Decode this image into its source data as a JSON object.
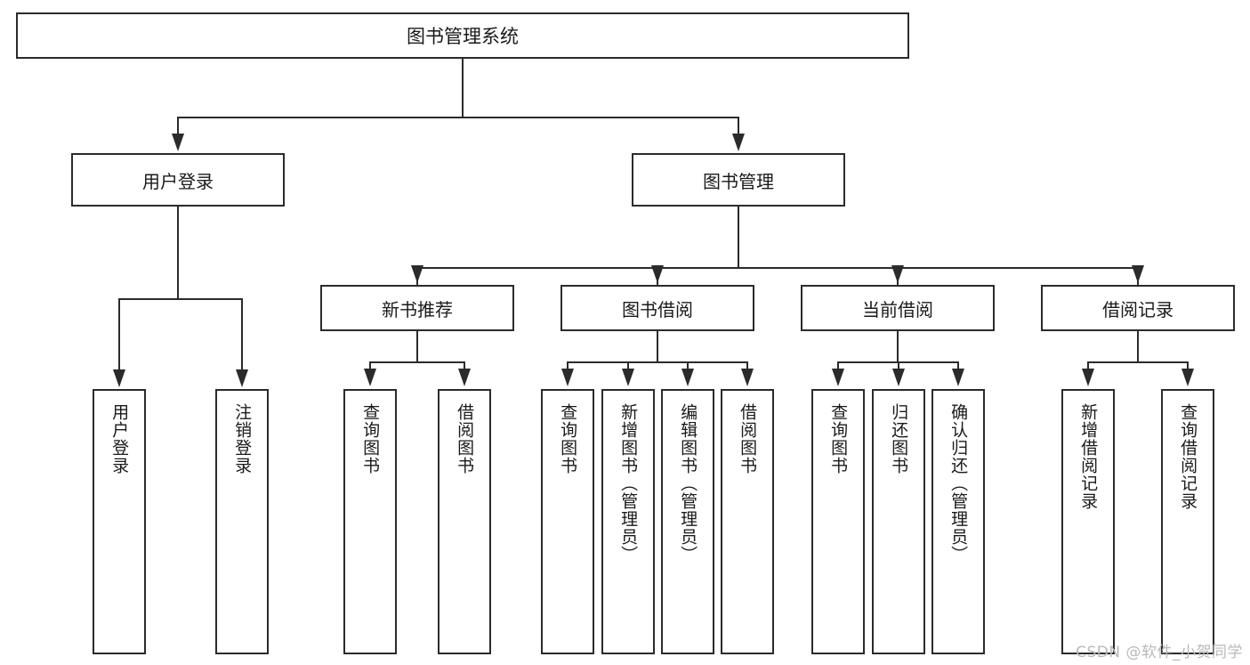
{
  "diagram": {
    "type": "tree-hierarchy",
    "title": "图书管理系统",
    "root": {
      "label": "图书管理系统"
    },
    "level2": [
      {
        "id": "user-login",
        "label": "用户登录"
      },
      {
        "id": "book-management",
        "label": "图书管理"
      }
    ],
    "level3": [
      {
        "id": "new-book-recommend",
        "label": "新书推荐"
      },
      {
        "id": "book-borrow",
        "label": "图书借阅"
      },
      {
        "id": "current-borrow",
        "label": "当前借阅"
      },
      {
        "id": "borrow-record",
        "label": "借阅记录"
      }
    ],
    "leaves": {
      "user_login": [
        {
          "id": "leaf-user-login",
          "label": "用户登录"
        },
        {
          "id": "leaf-logout-login",
          "label": "注销登录"
        }
      ],
      "new_book_recommend": [
        {
          "id": "leaf-query-book-1",
          "label": "查询图书"
        },
        {
          "id": "leaf-borrow-book-1",
          "label": "借阅图书"
        }
      ],
      "book_borrow": [
        {
          "id": "leaf-query-book-2",
          "label": "查询图书"
        },
        {
          "id": "leaf-add-book",
          "label": "新增图书（管理员）"
        },
        {
          "id": "leaf-edit-book",
          "label": "编辑图书（管理员）"
        },
        {
          "id": "leaf-borrow-book-2",
          "label": "借阅图书"
        }
      ],
      "current_borrow": [
        {
          "id": "leaf-query-book-3",
          "label": "查询图书"
        },
        {
          "id": "leaf-return-book",
          "label": "归还图书"
        },
        {
          "id": "leaf-confirm-return",
          "label": "确认归还（管理员）"
        }
      ],
      "borrow_record": [
        {
          "id": "leaf-add-record",
          "label": "新增借阅记录"
        },
        {
          "id": "leaf-query-record",
          "label": "查询借阅记录"
        }
      ]
    }
  },
  "watermark": {
    "text": "CSDN @软件_小贺同学"
  },
  "colors": {
    "border": "#2b2b2b",
    "text": "#1a1a1a",
    "background": "#ffffff",
    "watermark": "#b9b9b9"
  }
}
